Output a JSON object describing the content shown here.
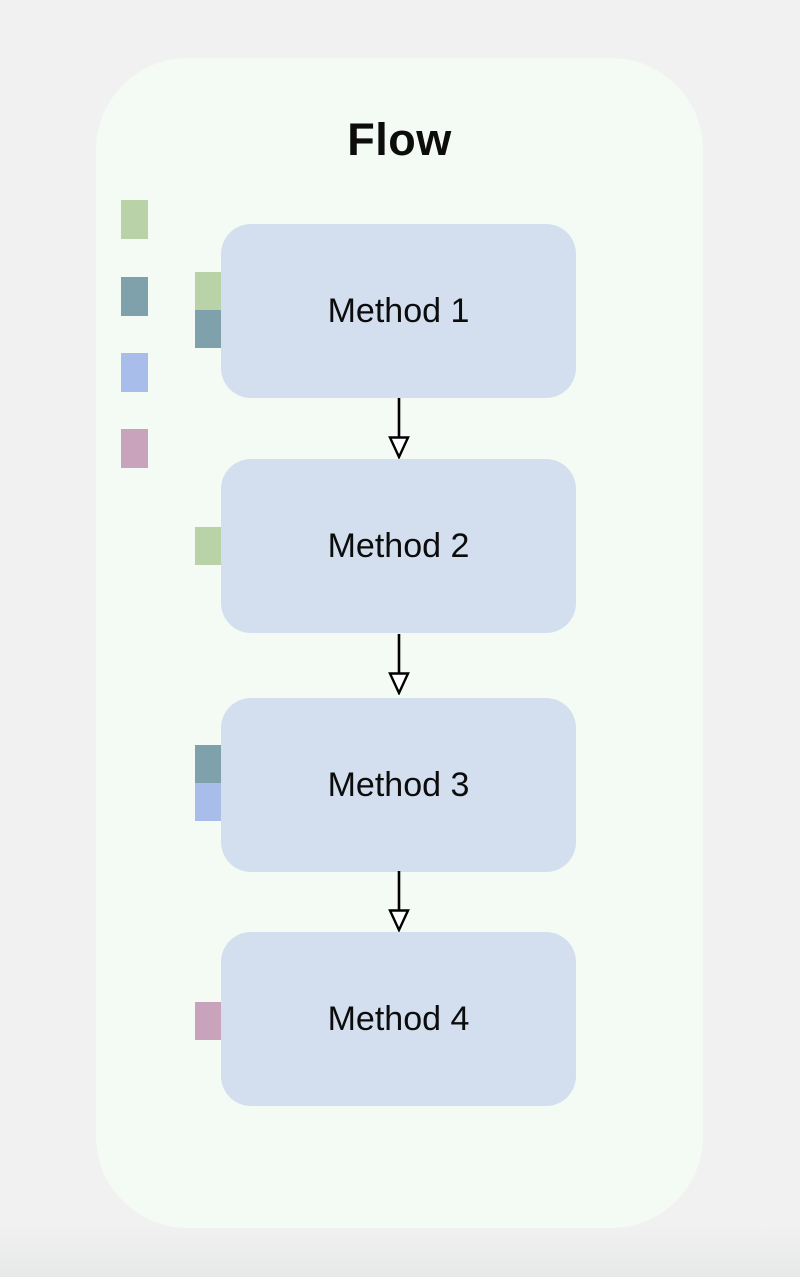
{
  "title": "Flow",
  "palette": {
    "green": "#b9d2a8",
    "teal": "#7fa1ab",
    "periwinkle": "#a9bdea",
    "pink": "#c9a2bc",
    "node_fill": "#d3dfef",
    "panel_background": "#f4fbf4",
    "page_background": "#f1f1f1",
    "arrow": "#000000"
  },
  "diagram": {
    "type": "flowchart",
    "direction": "top-down",
    "nodes": [
      {
        "id": "method-1",
        "label": "Method 1",
        "markers": [
          "green",
          "teal"
        ]
      },
      {
        "id": "method-2",
        "label": "Method 2",
        "markers": [
          "green"
        ]
      },
      {
        "id": "method-3",
        "label": "Method 3",
        "markers": [
          "teal",
          "periwinkle"
        ]
      },
      {
        "id": "method-4",
        "label": "Method 4",
        "markers": [
          "pink"
        ]
      }
    ],
    "edges": [
      {
        "from": "method-1",
        "to": "method-2"
      },
      {
        "from": "method-2",
        "to": "method-3"
      },
      {
        "from": "method-3",
        "to": "method-4"
      }
    ],
    "legend_markers": [
      "green",
      "teal",
      "periwinkle",
      "pink"
    ]
  }
}
